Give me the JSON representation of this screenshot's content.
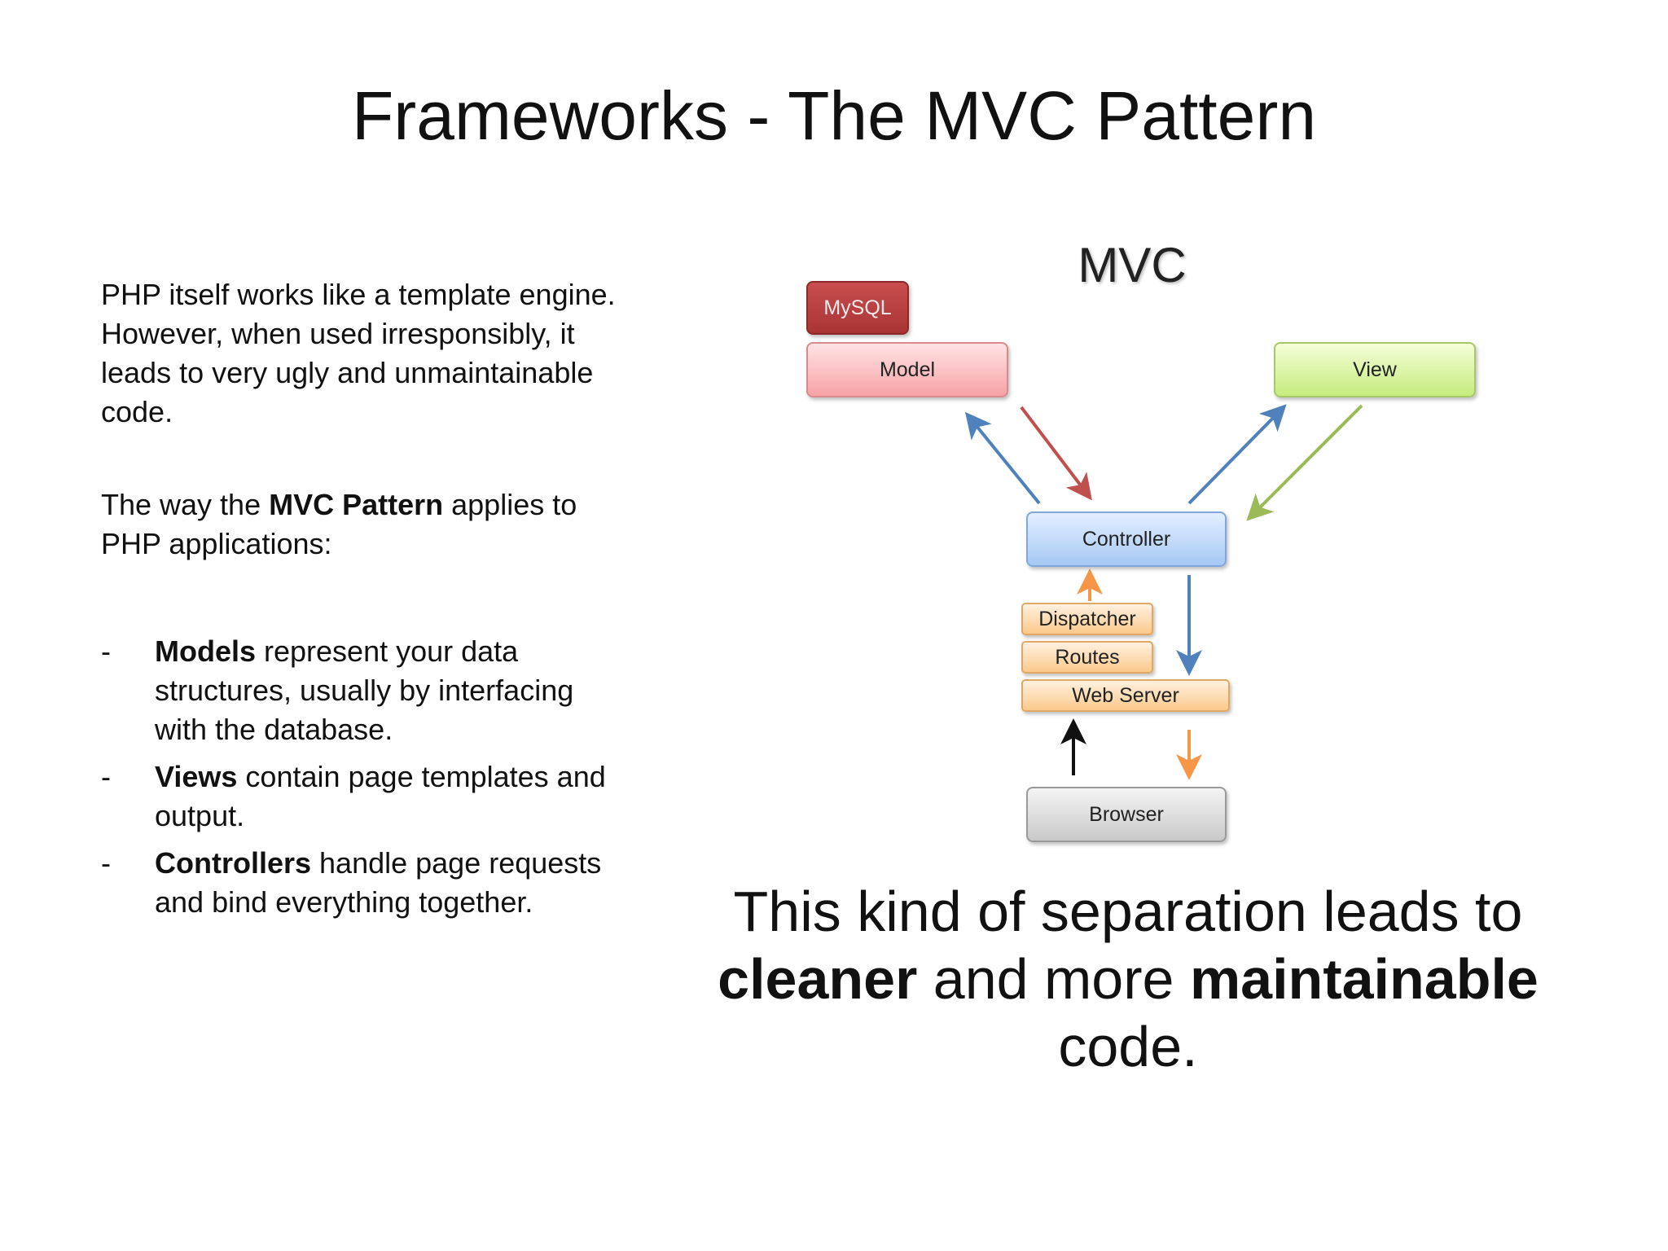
{
  "slide": {
    "title": "Frameworks - The MVC Pattern"
  },
  "left": {
    "para1": "PHP itself works like a template engine. However, when used irresponsibly, it leads to very ugly and unmaintainable code.",
    "para2_pre": "The way the ",
    "para2_bold": "MVC Pattern",
    "para2_post": " applies to PHP applications:",
    "bullet_marker": "-",
    "bullets": [
      {
        "bold": "Models",
        "text": " represent your data structures, usually by interfacing with the database."
      },
      {
        "bold": "Views",
        "text": " contain page templates and output."
      },
      {
        "bold": "Controllers",
        "text": " handle page requests and bind everything together."
      }
    ]
  },
  "diagram": {
    "title": "MVC",
    "mysql": "MySQL",
    "model": "Model",
    "view": "View",
    "controller": "Controller",
    "dispatcher": "Dispatcher",
    "routes": "Routes",
    "webserver": "Web Server",
    "browser": "Browser",
    "colors": {
      "blue_arrow": "#4f81bd",
      "red_arrow": "#c0504d",
      "green_arrow": "#9bbb59",
      "orange_arrow": "#f79646",
      "black_arrow": "#111111"
    }
  },
  "conclusion": {
    "part1": "This kind of separation leads to ",
    "bold1": "cleaner",
    "part2": " and more ",
    "bold2": "maintainable",
    "part3": " code."
  }
}
